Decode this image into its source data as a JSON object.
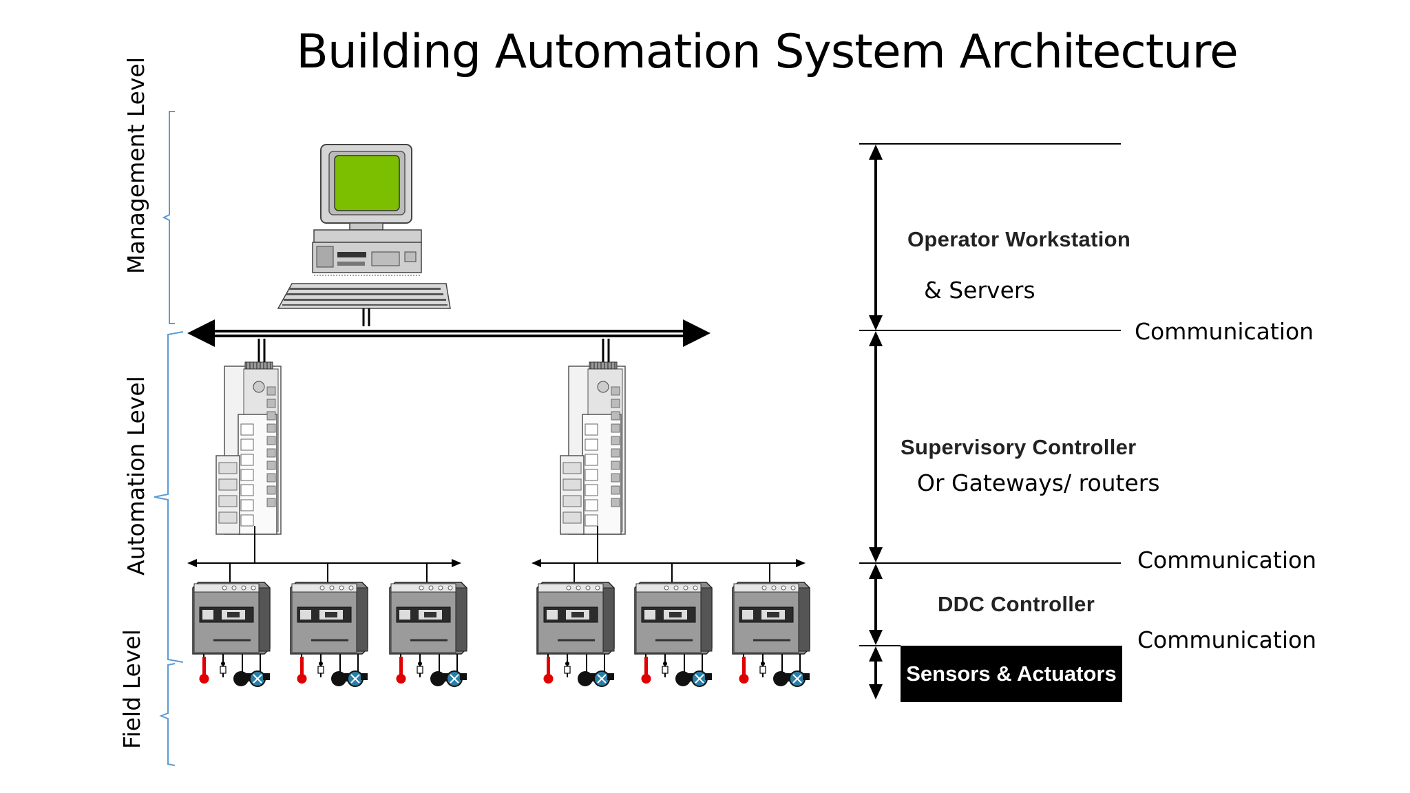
{
  "title": "Building Automation System  Architecture",
  "levels": {
    "management": "Management Level",
    "automation": "Automation Level",
    "field": "Field Level"
  },
  "tiers": {
    "workstation_line1": "Operator Workstation",
    "workstation_line2": "& Servers",
    "supervisory_line1": "Supervisory Controller",
    "supervisory_line2": "Or Gateways/ routers",
    "ddc": "DDC Controller",
    "sensors": "Sensors & Actuators"
  },
  "communication": {
    "label1": "Communication",
    "label2": "Communication",
    "label3": "Communication"
  },
  "colors": {
    "screen": "#7cbf00",
    "bracket": "#5b9bd5",
    "sensor_red": "#e00000",
    "actuator_blue": "#2a7fa8",
    "device_gray": "#8a8a8a"
  }
}
